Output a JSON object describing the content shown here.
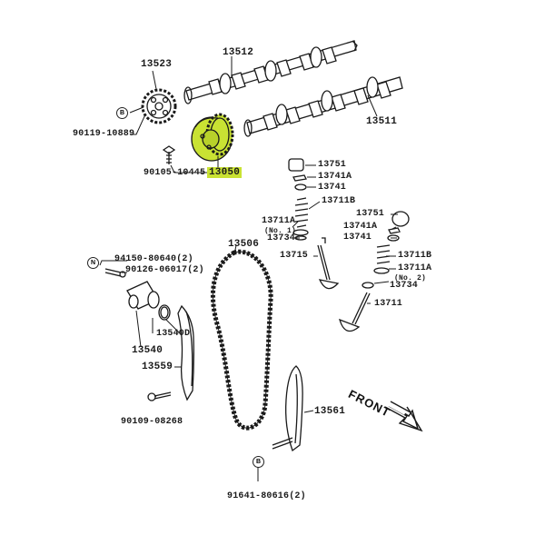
{
  "labels": {
    "p13512": "13512",
    "p13523": "13523",
    "p13511": "13511",
    "p90119": "90119-10889",
    "p90105": "90105-10445",
    "p13050": "13050",
    "p13751_a": "13751",
    "p13741A_a": "13741A",
    "p13741_a": "13741",
    "p13711B_a": "13711B",
    "p13711A_a": "13711A",
    "no1": "(No. 1)",
    "p13734_a": "13734",
    "p13751_b": "13751",
    "p13741A_b": "13741A",
    "p13741_b": "13741",
    "p13711B_b": "13711B",
    "p13711A_b": "13711A",
    "no2": "(No. 2)",
    "p13734_b": "13734",
    "p13715": "13715",
    "p13711": "13711",
    "p13506": "13506",
    "p94150": "94150-80640(2)",
    "p90126": "90126-06017(2)",
    "p13540D": "13540D",
    "p13540": "13540",
    "p13559": "13559",
    "p90109": "90109-08268",
    "p13561": "13561",
    "p91641": "91641-80616(2)",
    "front": "FRONT",
    "marker_b1": "B",
    "marker_n": "N",
    "marker_b2": "B"
  },
  "colors": {
    "highlight": "#c9e233",
    "line": "#1a1a1a"
  }
}
